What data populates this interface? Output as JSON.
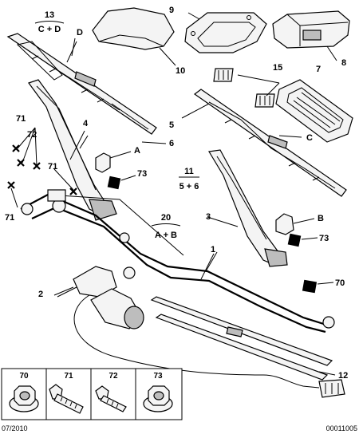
{
  "callouts": {
    "c13": "13",
    "c13_sub": "C + D",
    "cD": "D",
    "c9": "9",
    "c8": "8",
    "c10": "10",
    "c15": "15",
    "c7": "7",
    "c71a": "71",
    "c72": "72",
    "c4": "4",
    "c5": "5",
    "cC": "C",
    "cA": "A",
    "c6": "6",
    "c71b": "71",
    "c73a": "73",
    "c11": "11",
    "c11_sub": "5 + 6",
    "c71c": "71",
    "c3": "3",
    "cB": "B",
    "c20": "20",
    "c20_sub": "A + B",
    "c73b": "73",
    "c1": "1",
    "c70": "70",
    "c2": "2",
    "c12": "12"
  },
  "legend": {
    "items": [
      {
        "number": "70",
        "icon": "flanged-nut-icon"
      },
      {
        "number": "71",
        "icon": "bolt-icon"
      },
      {
        "number": "72",
        "icon": "screw-icon"
      },
      {
        "number": "73",
        "icon": "flanged-nut-icon"
      }
    ]
  },
  "footer": {
    "date": "07/2010",
    "reference": "00011005"
  }
}
